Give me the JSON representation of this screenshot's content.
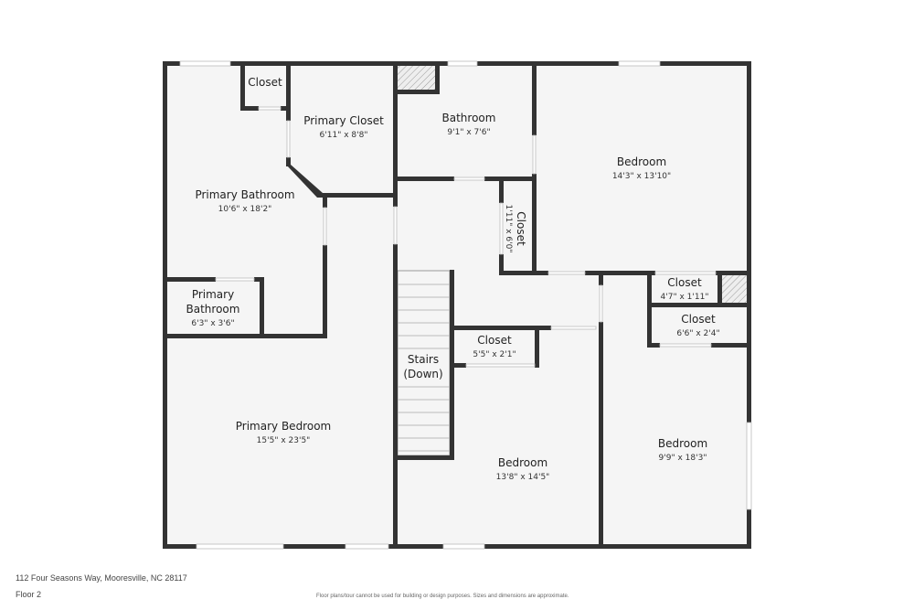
{
  "rooms": {
    "closet_tl": {
      "name": "Closet"
    },
    "primary_closet": {
      "name": "Primary Closet",
      "dims": "6'11\" x 8'8\""
    },
    "bathroom": {
      "name": "Bathroom",
      "dims": "9'1\" x 7'6\""
    },
    "bedroom_tr": {
      "name": "Bedroom",
      "dims": "14'3\" x 13'10\""
    },
    "primary_bathroom": {
      "name": "Primary Bathroom",
      "dims": "10'6\" x 18'2\""
    },
    "closet_vertical": {
      "name": "Closet",
      "dims": "1'11\" x 6'0\""
    },
    "primary_bathroom_small": {
      "name1": "Primary",
      "name2": "Bathroom",
      "dims": "6'3\" x 3'6\""
    },
    "closet_47": {
      "name": "Closet",
      "dims": "4'7\" x 1'11\""
    },
    "closet_66": {
      "name": "Closet",
      "dims": "6'6\" x 2'4\""
    },
    "stairs": {
      "name1": "Stairs",
      "name2": "(Down)"
    },
    "closet_55": {
      "name": "Closet",
      "dims": "5'5\" x 2'1\""
    },
    "primary_bedroom": {
      "name": "Primary Bedroom",
      "dims": "15'5\" x 23'5\""
    },
    "bedroom_mid": {
      "name": "Bedroom",
      "dims": "13'8\" x 14'5\""
    },
    "bedroom_br": {
      "name": "Bedroom",
      "dims": "9'9\" x 18'3\""
    }
  },
  "footer": {
    "address": "112 Four Seasons Way, Mooresville, NC 28117",
    "floor": "Floor 2",
    "disclaimer": "Floor plans/tour cannot be used for building or design purposes. Sizes and dimensions are approximate."
  },
  "colors": {
    "wall": "#333333",
    "floor": "#f5f5f5"
  }
}
